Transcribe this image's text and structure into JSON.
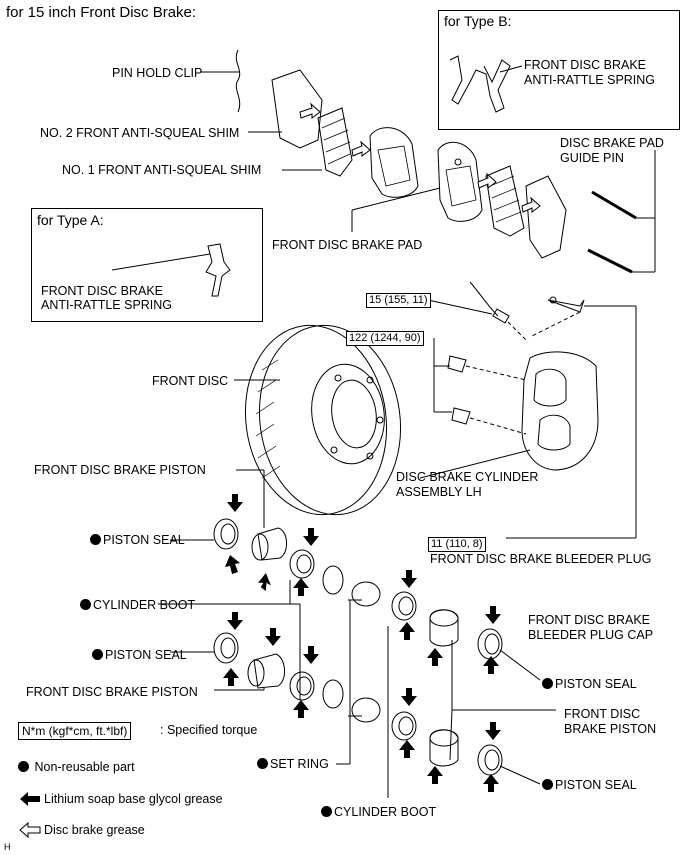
{
  "title": "for 15 inch Front Disc Brake:",
  "type_a": {
    "heading": "for Type A:",
    "part_line1": "FRONT DISC BRAKE",
    "part_line2": "ANTI-RATTLE SPRING"
  },
  "type_b": {
    "heading": "for Type B:",
    "part_line1": "FRONT DISC BRAKE",
    "part_line2": "ANTI-RATTLE SPRING"
  },
  "labels": {
    "pin_hold_clip": "PIN HOLD CLIP",
    "no2_shim": "NO. 2 FRONT ANTI-SQUEAL SHIM",
    "no1_shim": "NO. 1 FRONT ANTI-SQUEAL SHIM",
    "pad": "FRONT DISC BRAKE PAD",
    "guide_pin_1": "DISC BRAKE PAD",
    "guide_pin_2": "GUIDE PIN",
    "front_disc": "FRONT DISC",
    "cylinder_1": "DISC BRAKE CYLINDER",
    "cylinder_2": "ASSEMBLY LH",
    "bleeder_plug": "FRONT DISC BRAKE BLEEDER PLUG",
    "bleeder_cap_1": "FRONT DISC BRAKE",
    "bleeder_cap_2": "BLEEDER PLUG CAP",
    "piston_top": "FRONT DISC BRAKE PISTON",
    "piston_left_bottom": "FRONT DISC BRAKE PISTON",
    "piston_right_1": "FRONT DISC",
    "piston_right_2": "BRAKE PISTON",
    "piston_seal_1": "PISTON SEAL",
    "piston_seal_2": "PISTON SEAL",
    "piston_seal_3": "PISTON SEAL",
    "piston_seal_4": "PISTON SEAL",
    "cylinder_boot_1": "CYLINDER BOOT",
    "cylinder_boot_2": "CYLINDER BOOT",
    "set_ring": "SET RING"
  },
  "torques": {
    "t1": "15 (155, 11)",
    "t2": "122 (1244, 90)",
    "t3": "11 (110, 8)"
  },
  "legend": {
    "torque_box": "N*m (kgf*cm, ft.*lbf)",
    "torque_text": ": Specified torque",
    "non_reusable": "Non-reusable part",
    "lithium": "Lithium soap base glycol grease",
    "disc_grease": "Disc brake grease"
  },
  "footer_code": "H"
}
